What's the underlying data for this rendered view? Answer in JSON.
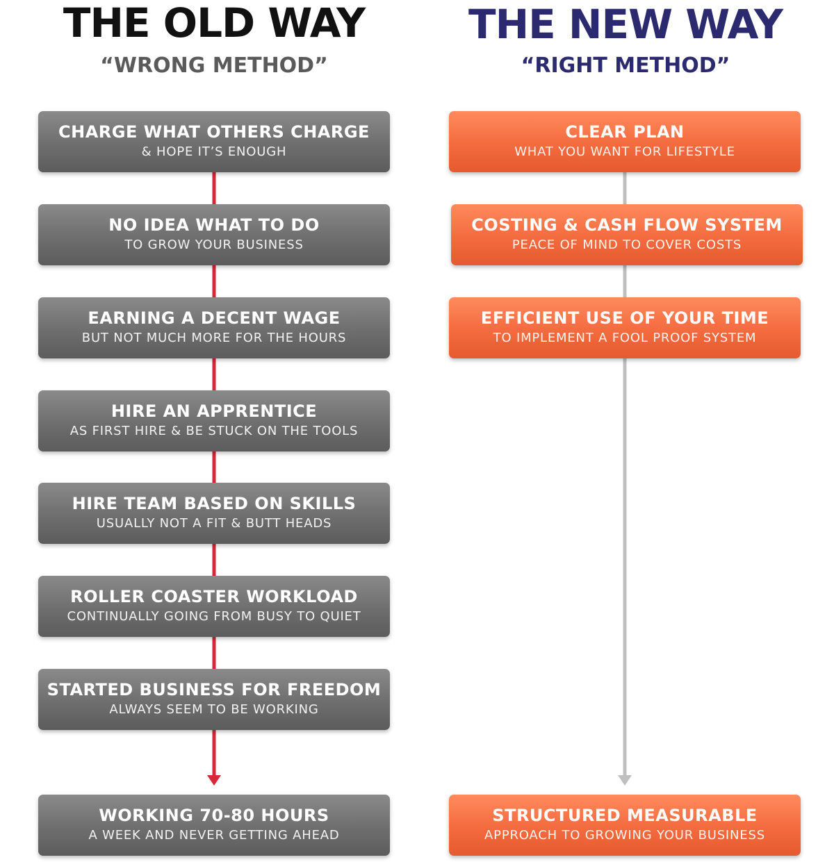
{
  "old_way": {
    "title": "THE OLD WAY",
    "subtitle": "“WRONG METHOD”",
    "steps": [
      {
        "head": "CHARGE WHAT OTHERS CHARGE",
        "sub": "& HOPE IT’S ENOUGH"
      },
      {
        "head": "NO IDEA WHAT TO DO",
        "sub": "TO GROW YOUR BUSINESS"
      },
      {
        "head": "EARNING A DECENT WAGE",
        "sub": "BUT NOT MUCH MORE FOR THE HOURS"
      },
      {
        "head": "HIRE AN APPRENTICE",
        "sub": "AS FIRST HIRE & BE STUCK ON THE TOOLS"
      },
      {
        "head": "HIRE TEAM BASED ON SKILLS",
        "sub": "USUALLY NOT A FIT & BUTT HEADS"
      },
      {
        "head": "ROLLER COASTER WORKLOAD",
        "sub": "CONTINUALLY GOING FROM BUSY TO QUIET"
      },
      {
        "head": "STARTED BUSINESS FOR FREEDOM",
        "sub": "ALWAYS SEEM TO BE WORKING"
      }
    ],
    "result": {
      "head": "WORKING 70-80 HOURS",
      "sub": "A WEEK AND NEVER GETTING AHEAD"
    }
  },
  "new_way": {
    "title": "THE NEW WAY",
    "subtitle": "“RIGHT METHOD”",
    "steps": [
      {
        "head": "CLEAR PLAN",
        "sub": "WHAT YOU WANT FOR LIFESTYLE"
      },
      {
        "head": "COSTING & CASH FLOW SYSTEM",
        "sub": "PEACE OF MIND TO COVER COSTS"
      },
      {
        "head": "EFFICIENT USE OF YOUR TIME",
        "sub": "TO IMPLEMENT A FOOL PROOF SYSTEM"
      }
    ],
    "result": {
      "head": "STRUCTURED MEASURABLE",
      "sub": "APPROACH TO GROWING YOUR BUSINESS"
    }
  },
  "colors": {
    "old_connector": "#d62839",
    "new_connector": "#bfbfbf",
    "old_box": "#6e6e6e",
    "new_box": "#f36b3f",
    "new_title": "#2b2a6e"
  }
}
